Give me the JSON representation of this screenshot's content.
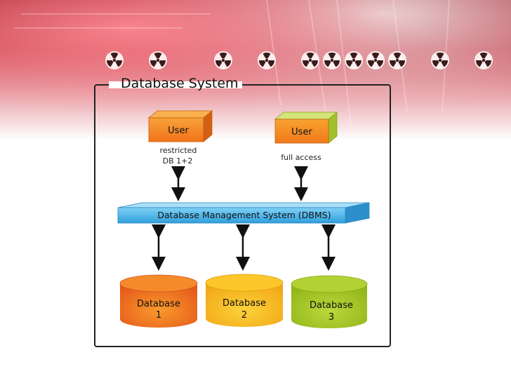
{
  "title": "Database System",
  "users": [
    {
      "label": "User",
      "note": [
        "restricted",
        "DB 1+2"
      ],
      "color": "#f58a1f"
    },
    {
      "label": "User",
      "note": [
        "full access"
      ],
      "color": "#b8d22a"
    }
  ],
  "dbms": {
    "label": "Database Management System (DBMS)",
    "color": "#4fb3e8"
  },
  "databases": [
    {
      "label": "Database",
      "number": "1",
      "color": "#f06a1e"
    },
    {
      "label": "Database",
      "number": "2",
      "color": "#f8c01a"
    },
    {
      "label": "Database",
      "number": "3",
      "color": "#a6c81e"
    }
  ],
  "decoration": {
    "icon_name": "radiation-icon"
  }
}
